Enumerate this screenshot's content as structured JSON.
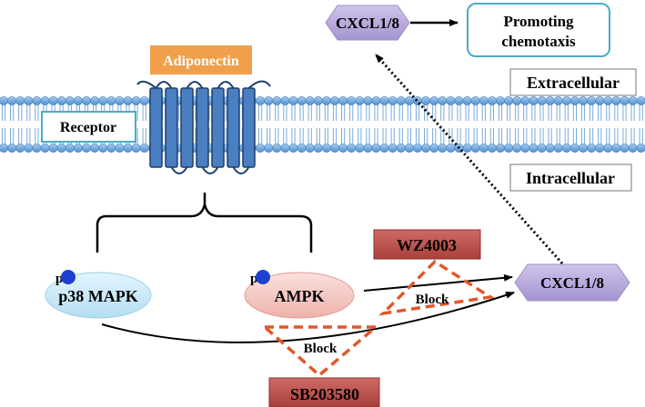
{
  "labels": {
    "adiponectin": "Adiponectin",
    "receptor": "Receptor",
    "extracellular": "Extracellular",
    "intracellular": "Intracellular",
    "cxcl_top": "CXCL1/8",
    "promoting_line1": "Promoting",
    "promoting_line2": "chemotaxis",
    "cxcl_right": "CXCL1/8",
    "p38": "p38 MAPK",
    "ampk": "AMPK",
    "p_mark_left": "p",
    "p_mark_right": "p",
    "wz4003": "WZ4003",
    "sb203580": "SB203580",
    "block_upper": "Block",
    "block_lower": "Block"
  },
  "colors": {
    "membrane_head": "#5b9bd5",
    "receptor_body": "#4a7fc1",
    "adiponectin_box": "#f0a04b",
    "cxcl_fill": "#b4a7d6",
    "promoting_border": "#4bacc6",
    "p38_fill": "#c5e8f7",
    "ampk_fill": "#f4c7c3",
    "inhibitor_fill": "#c0504d",
    "block_dash": "#e2572b",
    "phospho_dot": "#1f3fcf"
  }
}
